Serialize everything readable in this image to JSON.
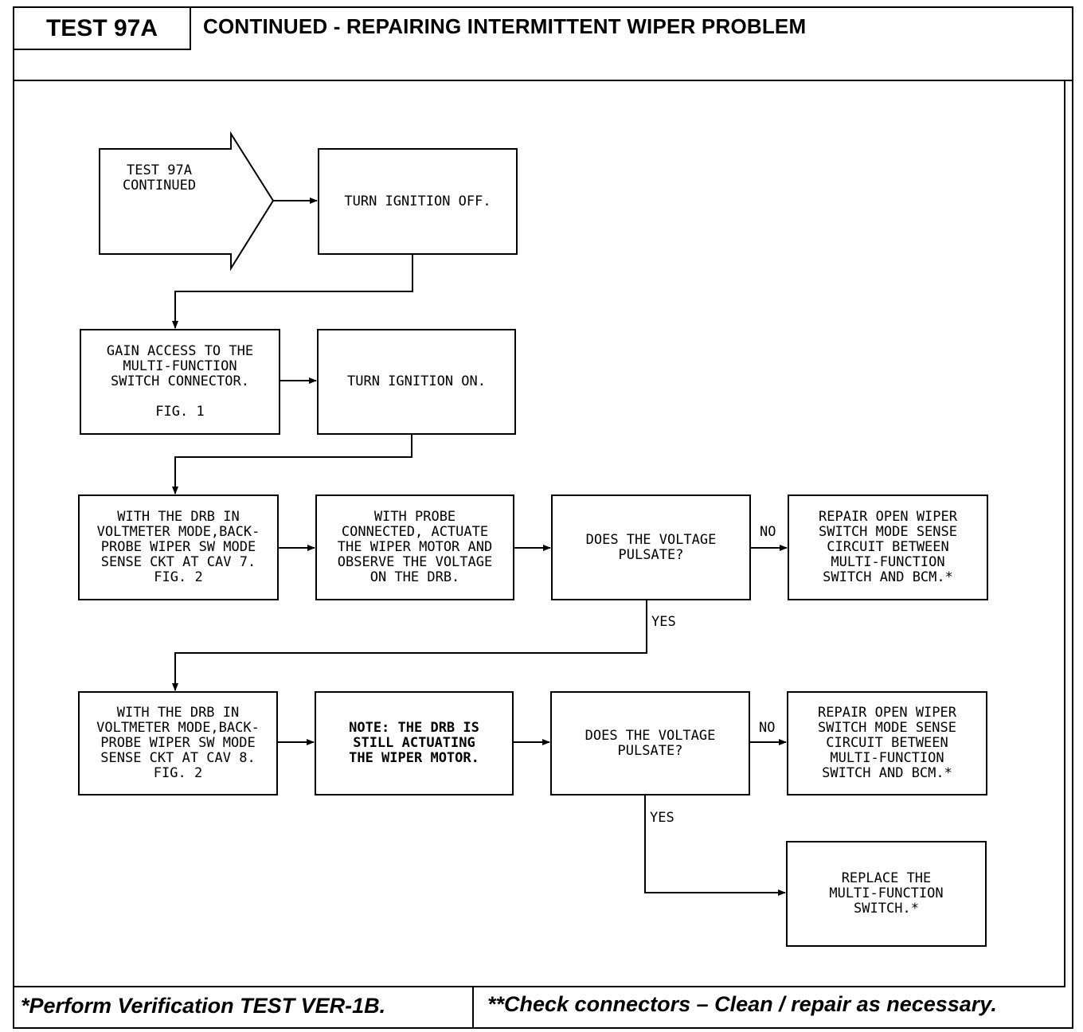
{
  "header": {
    "test_label": "TEST 97A",
    "title": "CONTINUED -  REPAIRING INTERMITTENT WIPER PROBLEM"
  },
  "flow": {
    "start": "TEST 97A\nCONTINUED",
    "turn_off": "TURN IGNITION OFF.",
    "gain_access": "GAIN ACCESS TO THE\nMULTI-FUNCTION\nSWITCH CONNECTOR.\n\nFIG. 1",
    "turn_on": "TURN IGNITION ON.",
    "probe_cav7": "WITH THE DRB IN\nVOLTMETER MODE,BACK-\nPROBE WIPER SW MODE\nSENSE CKT AT CAV 7.\nFIG. 2",
    "actuate": "WITH PROBE\nCONNECTED, ACTUATE\nTHE WIPER MOTOR AND\nOBSERVE THE VOLTAGE\nON THE DRB.",
    "question1": "DOES THE VOLTAGE\nPULSATE?",
    "repair1": "REPAIR OPEN WIPER\nSWITCH MODE SENSE\nCIRCUIT BETWEEN\nMULTI-FUNCTION\nSWITCH AND BCM.*",
    "probe_cav8": "WITH THE DRB IN\nVOLTMETER MODE,BACK-\nPROBE WIPER SW MODE\nSENSE CKT AT CAV 8.\nFIG. 2",
    "note": "NOTE: THE DRB IS\nSTILL ACTUATING\nTHE WIPER MOTOR.",
    "question2": "DOES THE VOLTAGE\nPULSATE?",
    "repair2": "REPAIR OPEN WIPER\nSWITCH MODE SENSE\nCIRCUIT BETWEEN\nMULTI-FUNCTION\nSWITCH AND BCM.*",
    "replace": "REPLACE THE\nMULTI-FUNCTION\nSWITCH.*",
    "no1": "NO",
    "yes1": "YES",
    "no2": "NO",
    "yes2": "YES"
  },
  "footer": {
    "left": "*Perform Verification TEST VER-1B.",
    "right": "**Check connectors – Clean / repair as necessary."
  }
}
